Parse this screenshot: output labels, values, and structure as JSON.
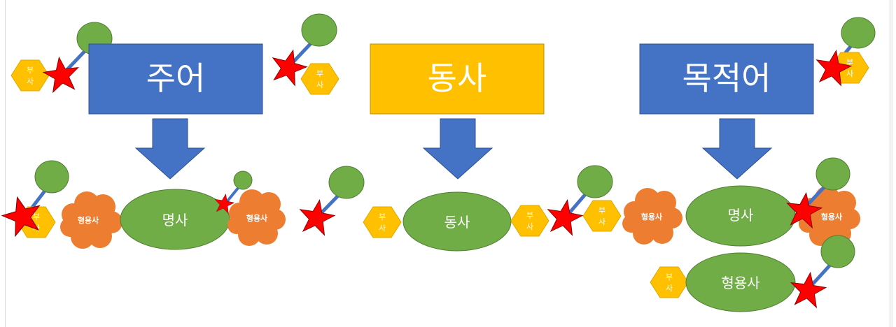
{
  "colors": {
    "blue_box": "#4472c4",
    "yellow_box": "#ffc000",
    "green": "#70ad47",
    "orange": "#ed7d31",
    "hexagon": "#ffc000",
    "star": "#ff0000",
    "stick": "#4472c4",
    "arrow": "#4472c4"
  },
  "top_boxes": {
    "subject": "주어",
    "verb": "동사",
    "object": "목적어"
  },
  "bottom": {
    "subject_noun": "명사",
    "subject_adj_left": "형용사",
    "subject_adj_right": "형용사",
    "verb": "동사",
    "object_noun": "명사",
    "object_adj_left": "형용사",
    "object_adj_right": "형용사",
    "object_adj_lower": "형용사"
  },
  "adverb": {
    "line1": "부",
    "line2": "사"
  }
}
